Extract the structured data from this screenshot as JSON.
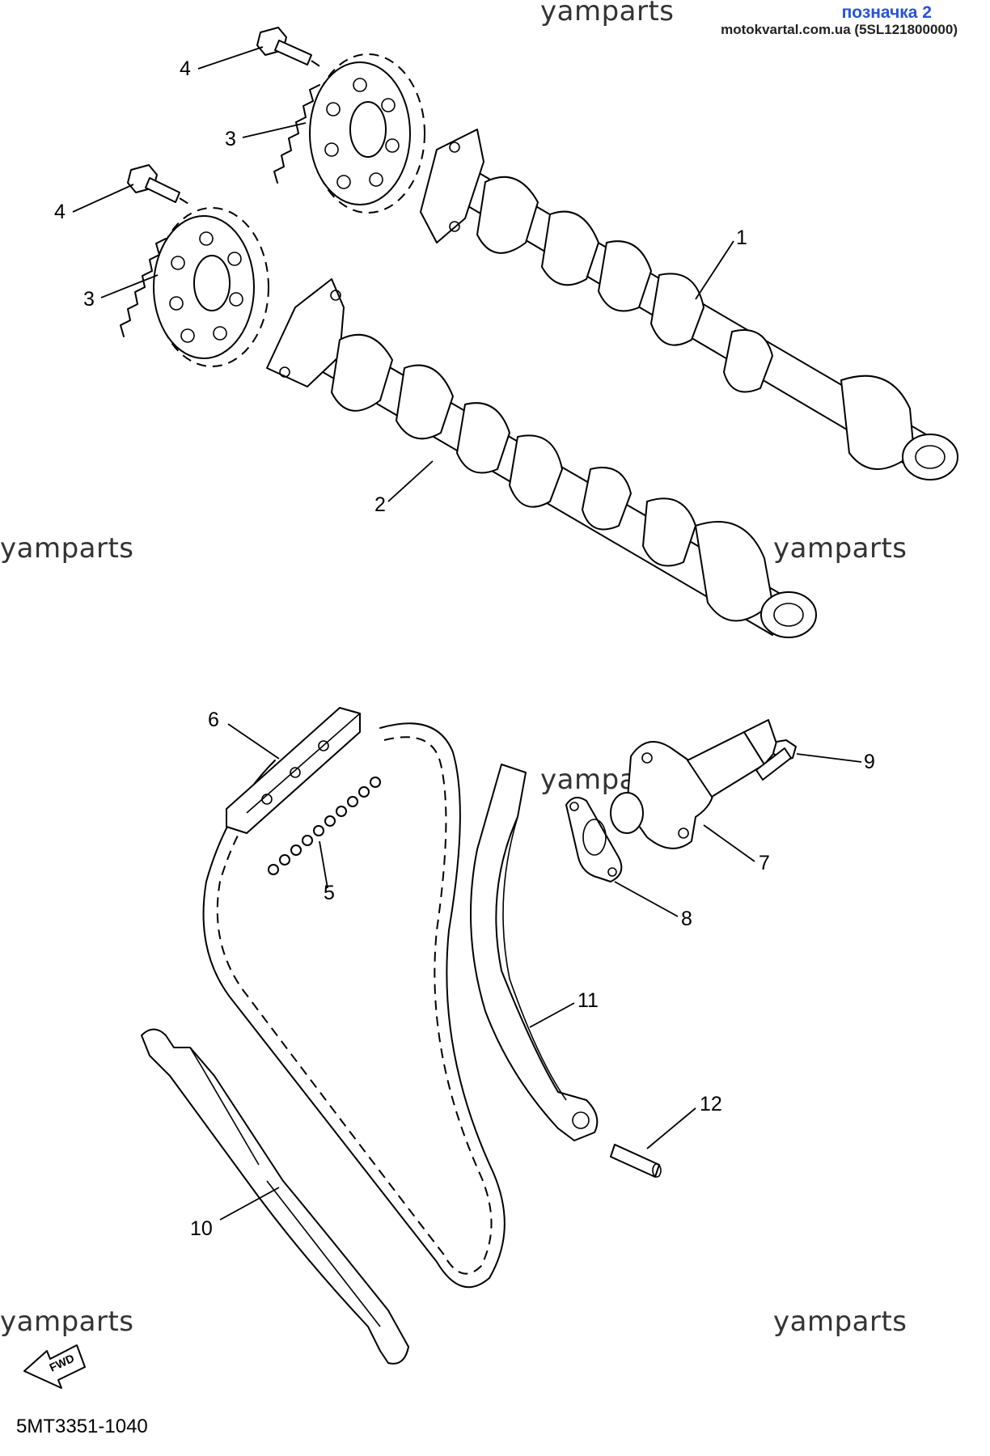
{
  "watermarks": {
    "top": "yamparts",
    "mid_left": "yamparts",
    "mid_right": "yamparts",
    "center": "yamparts",
    "bottom_left": "yamparts",
    "bottom_right": "yamparts"
  },
  "header": {
    "tag": "позначка 2",
    "source": "motokvartal.com.ua (5SL121800000)"
  },
  "catalog_number": "5MT3351-1040",
  "fwd_label": "FWD",
  "callouts": {
    "c1": "1",
    "c2": "2",
    "c3a": "3",
    "c3b": "3",
    "c4a": "4",
    "c4b": "4",
    "c5": "5",
    "c6": "6",
    "c7": "7",
    "c8": "8",
    "c9": "9",
    "c10": "10",
    "c11": "11",
    "c12": "12"
  }
}
